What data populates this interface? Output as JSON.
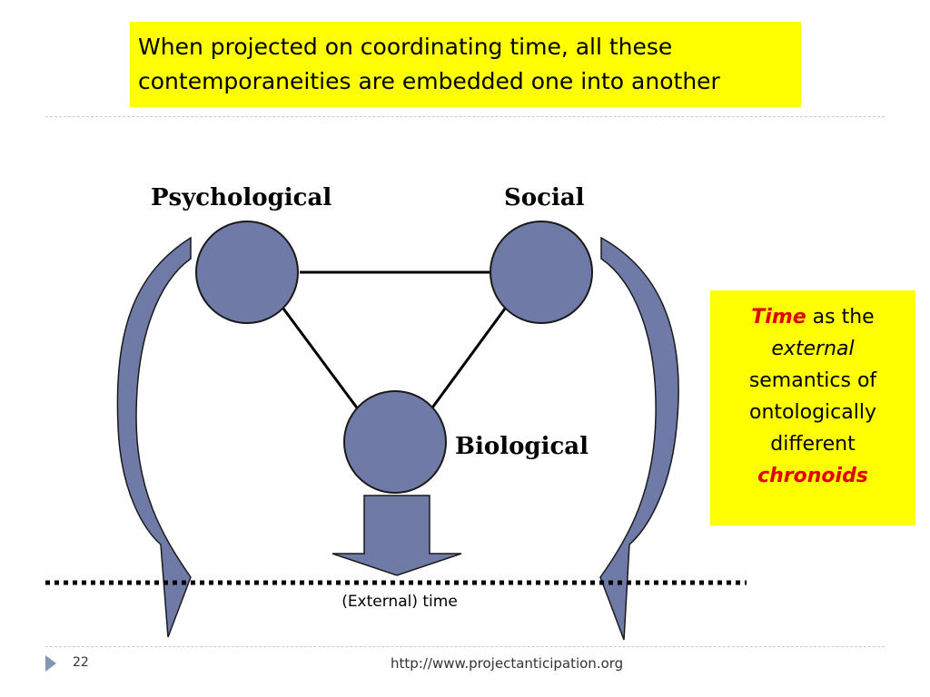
{
  "title": {
    "line1": "When projected on coordinating time, all these",
    "line2": "contemporaneities are embedded one into another"
  },
  "diagram": {
    "nodes": [
      {
        "id": "psychological",
        "label": "Psychological"
      },
      {
        "id": "social",
        "label": "Social"
      },
      {
        "id": "biological",
        "label": "Biological"
      }
    ],
    "time_axis_label": "(External) time"
  },
  "side_note": {
    "line1_em": "Time",
    "line1_rest": " as the",
    "line2": "external",
    "line3": "semantics of",
    "line4": "ontologically",
    "line5": "different",
    "line6_em": "chronoids"
  },
  "footer": {
    "slide_number": "22",
    "url": "http://www.projectanticipation.org"
  },
  "colors": {
    "highlight": "#ffff00",
    "node_fill": "#6f7ba6",
    "node_stroke": "#1a1a1a",
    "arrow_fill": "#6f7ba6",
    "emphasis_red": "#e00000",
    "footer_marker": "#7f97b2"
  }
}
